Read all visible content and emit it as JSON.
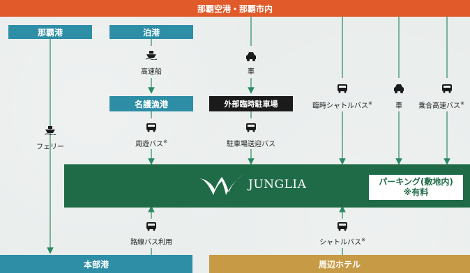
{
  "top_banner": "那覇空港・那覇市内",
  "origins": {
    "naha_port": "那覇港",
    "tomari_port": "泊港"
  },
  "routes": {
    "high_speed_boat": "高速船",
    "car": "車",
    "ferry": "フェリー",
    "excursion_bus": "周遊バス",
    "parking_shuttle": "駐車場送迎バス",
    "temp_shuttle": "臨時シャトルバス",
    "car2": "車",
    "shared_express_bus": "乗合高速バス",
    "route_bus": "路線バス利用",
    "shuttle_bus": "シャトルバス"
  },
  "note_mark": "※",
  "hubs": {
    "nago_fishing_port": "名護漁港",
    "external_parking": "外部臨時駐車場"
  },
  "destination": {
    "logo_text": "JUNGLIA",
    "parking_line1": "パーキング(敷地内)",
    "parking_line2": "※有料"
  },
  "bottom": {
    "motobu_port": "本部港",
    "nearby_hotels": "周辺ホテル"
  },
  "colors": {
    "orange": "#e05a2a",
    "teal": "#2d8ea6",
    "green": "#1f6b47",
    "gold": "#c79a45",
    "black": "#1b1b1b",
    "line": "#2a8a62"
  },
  "icons": {
    "boat": "boat-icon",
    "car": "car-icon",
    "bus": "bus-icon",
    "ship": "ferry-icon"
  }
}
